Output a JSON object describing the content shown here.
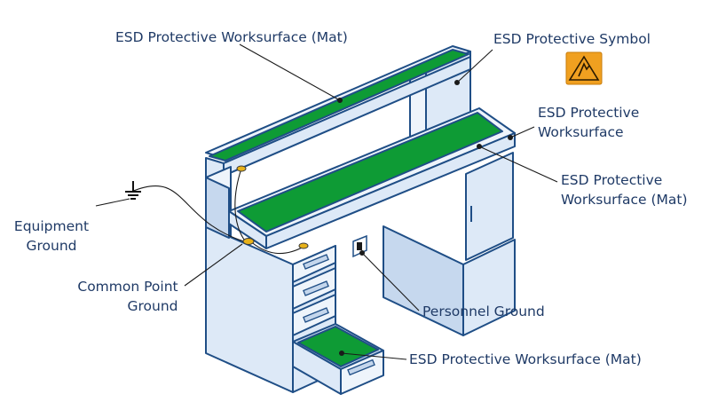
{
  "labels": {
    "mat_top": "ESD Protective Worksurface (Mat)",
    "symbol": "ESD Protective Symbol",
    "worksurface_1": "ESD Protective",
    "worksurface_2": "Worksurface",
    "mat_right_1": "ESD Protective",
    "mat_right_2": "Worksurface (Mat)",
    "equip_ground_1": "Equipment",
    "equip_ground_2": "Ground",
    "common_point_1": "Common Point",
    "common_point_2": "Ground",
    "personnel_ground": "Personnel Ground",
    "mat_drawer": "ESD Protective Worksurface (Mat)"
  },
  "colors": {
    "mat": "#0e9b35",
    "outline": "#1f4e86",
    "label_text": "#1f3a66",
    "esd_symbol": "#f0a020"
  },
  "icons": {
    "esd_symbol": "esd-warning-icon",
    "ground": "ground-icon"
  }
}
